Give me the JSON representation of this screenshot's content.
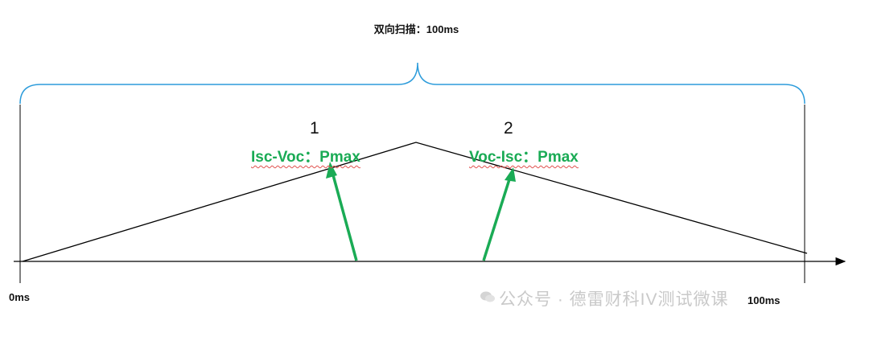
{
  "title": "双向扫描：100ms",
  "phases": [
    {
      "number": "1",
      "label": "Isc-Voc：Pmax"
    },
    {
      "number": "2",
      "label": "Voc-Isc：Pmax"
    }
  ],
  "axis": {
    "start_label": "0ms",
    "end_label": "100ms"
  },
  "watermark": {
    "text": "公众号 · 德雷财科IV测试微课"
  },
  "colors": {
    "brace": "#2d9cdb",
    "arrow": "#1aab55",
    "label": "#1aab55",
    "line": "#000000"
  }
}
